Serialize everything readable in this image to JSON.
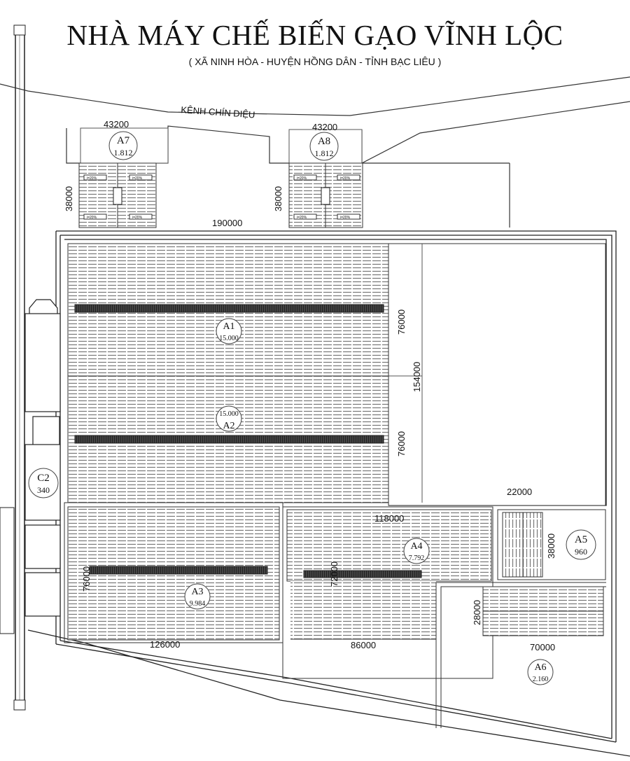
{
  "title": "NHÀ MÁY CHẾ BIẾN GẠO VĨNH LỘC",
  "subtitle": "( XÃ NINH HÒA - HUYỆN HỒNG DÂN - TỈNH BẠC LIÊU )",
  "canal_label": "KÊNH CHÍN DIỆU",
  "areas": [
    {
      "id": "A7",
      "value": "1.812"
    },
    {
      "id": "A8",
      "value": "1.812"
    },
    {
      "id": "A1",
      "value": "15.000"
    },
    {
      "id": "A2",
      "value": "15.000"
    },
    {
      "id": "A3",
      "value": "9.984"
    },
    {
      "id": "A4",
      "value": "7.792"
    },
    {
      "id": "A5",
      "value": "960"
    },
    {
      "id": "A6",
      "value": "2.160"
    },
    {
      "id": "C2",
      "value": "340"
    }
  ],
  "dimensions": {
    "a7_width": "43200",
    "a8_width": "43200",
    "a7_depth": "38000",
    "a8_depth": "38000",
    "top_length": "190000",
    "a1_depth": "76000",
    "a2_depth": "76000",
    "total_depth": "154000",
    "a3_depth": "76000",
    "a3_length": "126000",
    "a4_length": "118000",
    "a4_depth": "72000",
    "a4_bottom": "86000",
    "a5_width": "22000",
    "a5_depth": "38000",
    "a6_depth": "28000",
    "a6_length": "70000"
  },
  "slope_label": "i=20%"
}
